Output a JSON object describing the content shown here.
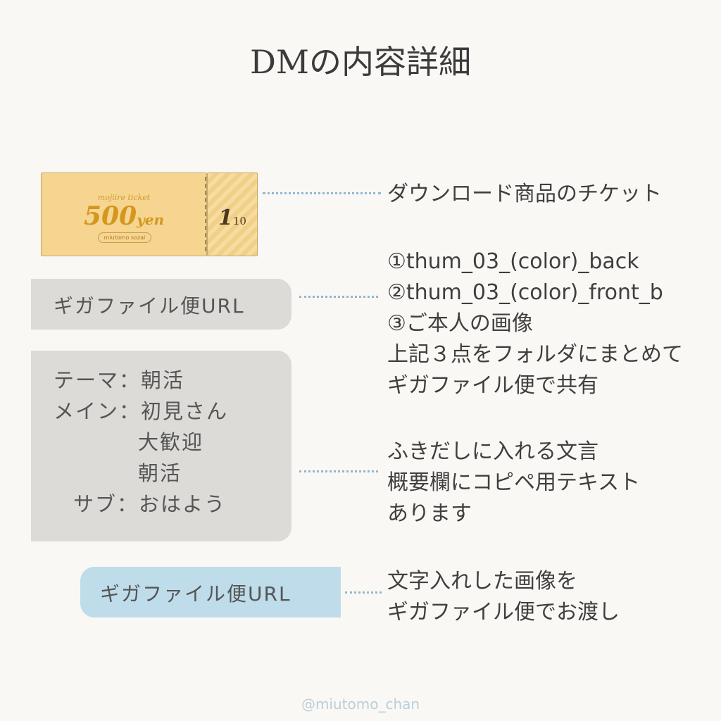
{
  "title": "DMの内容詳細",
  "ticket": {
    "brand": "mojiire ticket",
    "price_number": "500",
    "price_unit": "yen",
    "shop": "miutomo sozai",
    "stub_numerator": "1",
    "stub_denominator": "10"
  },
  "row1": {
    "description": "ダウンロード商品のチケット"
  },
  "row2": {
    "box_label": "ギガファイル便URL",
    "description_lines": [
      "①thum_03_(color)_back",
      "②thum_03_(color)_front_b",
      "③ご本人の画像",
      "上記３点をフォルダにまとめて",
      "ギガファイル便で共有"
    ]
  },
  "row3": {
    "theme_lines": [
      "テーマ：朝活",
      "メイン：初見さん",
      "大歓迎",
      "朝活",
      "サブ：おはよう"
    ],
    "description_lines": [
      "ふきだしに入れる文言",
      "概要欄にコピペ用テキスト",
      "あります"
    ]
  },
  "row4": {
    "box_label": "ギガファイル便URL",
    "description_lines": [
      "文字入れした画像を",
      "ギガファイル便でお渡し"
    ]
  },
  "handle": "@miutomo_chan",
  "colors": {
    "gray_box": "#dcdbd8",
    "blue_box": "#bfdcea",
    "dots": "#8fb8cf",
    "ticket": "#f5d590"
  }
}
